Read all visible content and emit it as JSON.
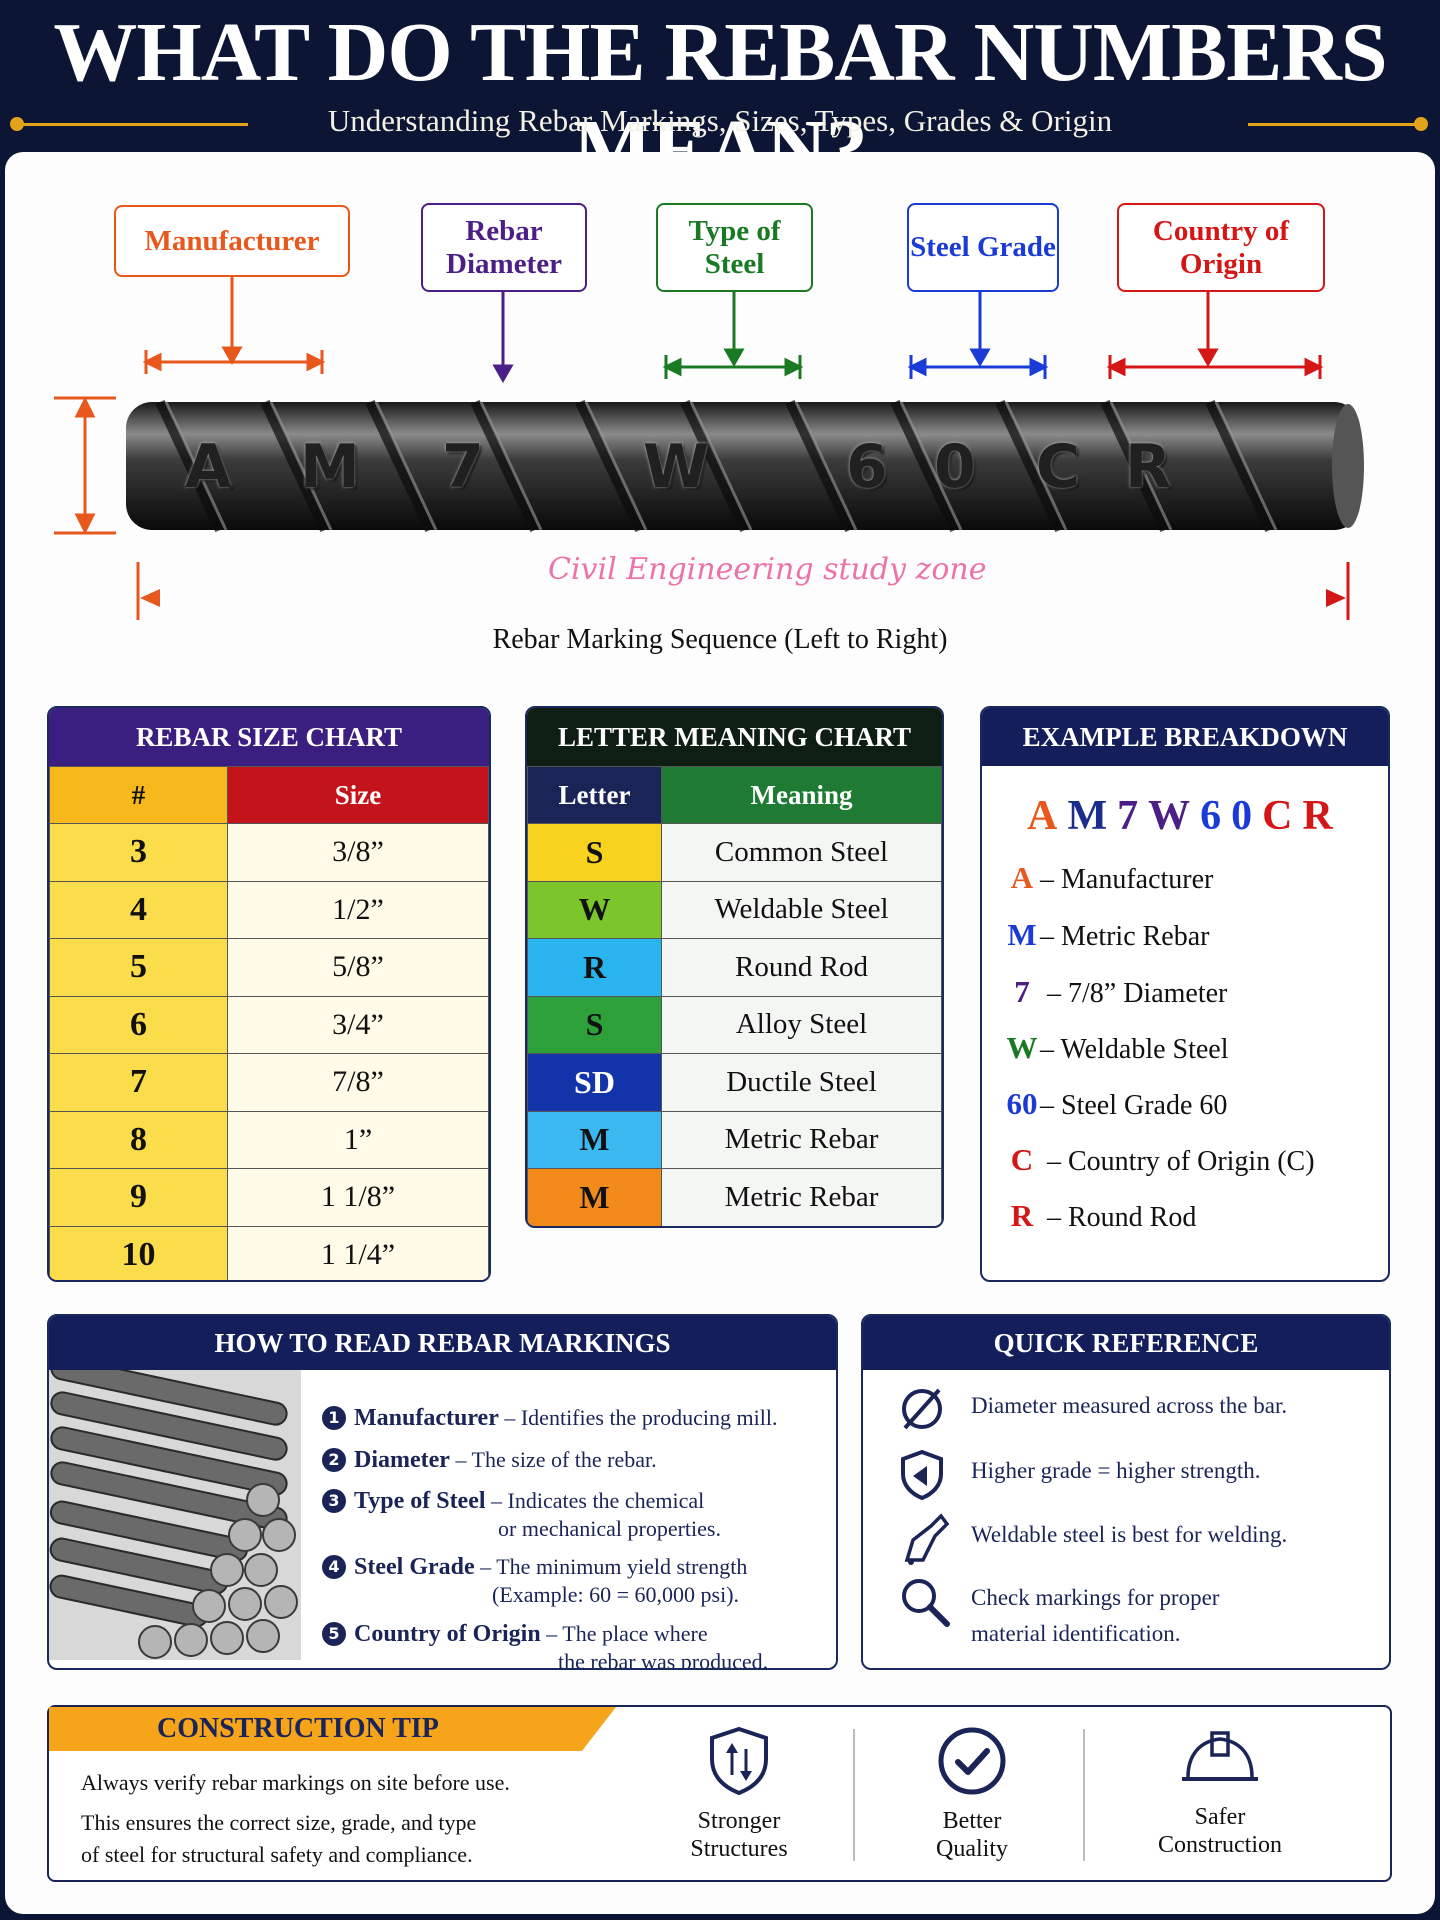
{
  "header": {
    "title": "WHAT DO THE REBAR NUMBERS MEAN?",
    "subtitle": "Understanding Rebar Markings, Sizes, Types, Grades & Origin"
  },
  "diagram": {
    "callouts": [
      {
        "label": "Manufacturer",
        "color": "#e8571c"
      },
      {
        "label": "Rebar Diameter",
        "color": "#4b1f86"
      },
      {
        "label": "Type of Steel",
        "color": "#1a7a24"
      },
      {
        "label": "Steel Grade",
        "color": "#1a3bd6"
      },
      {
        "label": "Country of Origin",
        "color": "#d41616"
      }
    ],
    "bar_letters": [
      "A",
      "M",
      "7",
      "W",
      "6",
      "0",
      "C",
      "R"
    ],
    "watermark": "Civil Engineering study zone",
    "sequence_label": "Rebar Marking Sequence (Left to Right)"
  },
  "size_chart": {
    "title": "REBAR SIZE CHART",
    "head_color": "#3a1f80",
    "col_num": "#",
    "col_size": "Size",
    "rows": [
      {
        "num": "3",
        "size": "3/8”"
      },
      {
        "num": "4",
        "size": "1/2”"
      },
      {
        "num": "5",
        "size": "5/8”"
      },
      {
        "num": "6",
        "size": "3/4”"
      },
      {
        "num": "7",
        "size": "7/8”"
      },
      {
        "num": "8",
        "size": "1”"
      },
      {
        "num": "9",
        "size": "1 1/8”"
      },
      {
        "num": "10",
        "size": "1 1/4”"
      }
    ]
  },
  "letter_chart": {
    "title": "LETTER MEANING CHART",
    "col_letter": "Letter",
    "col_meaning": "Meaning",
    "rows": [
      {
        "letter": "S",
        "meaning": "Common Steel",
        "color": "#f7d21e"
      },
      {
        "letter": "W",
        "meaning": "Weldable Steel",
        "color": "#7cc52a"
      },
      {
        "letter": "R",
        "meaning": "Round Rod",
        "color": "#2ab4ef"
      },
      {
        "letter": "S",
        "meaning": "Alloy Steel",
        "color": "#2ea03a"
      },
      {
        "letter": "SD",
        "meaning": "Ductile Steel",
        "color": "#1234a8"
      },
      {
        "letter": "M",
        "meaning": "Metric Rebar",
        "color": "#3bb8f0"
      },
      {
        "letter": "M",
        "meaning": "Metric Rebar",
        "color": "#f28a1a"
      }
    ]
  },
  "example": {
    "title": "EXAMPLE BREAKDOWN",
    "code": [
      {
        "ch": "A",
        "color": "#e8571c"
      },
      {
        "ch": "M",
        "color": "#1a2c8c"
      },
      {
        "ch": "7",
        "color": "#4b1f86"
      },
      {
        "ch": "W",
        "color": "#4b1f86"
      },
      {
        "ch": "6",
        "color": "#1a3bd6"
      },
      {
        "ch": "0",
        "color": "#1a3bd6"
      },
      {
        "ch": "C",
        "color": "#d41616"
      },
      {
        "ch": "R",
        "color": "#d41616"
      }
    ],
    "rows": [
      {
        "key": "A",
        "text": "– Manufacturer",
        "color": "#e8571c"
      },
      {
        "key": "M",
        "text": "– Metric Rebar",
        "color": "#1a3bd6"
      },
      {
        "key": "7",
        "text": " – 7/8” Diameter",
        "color": "#4b1f86"
      },
      {
        "key": "W",
        "text": "– Weldable Steel",
        "color": "#1a7a24"
      },
      {
        "key": "60",
        "text": "– Steel Grade 60",
        "color": "#1a3bd6"
      },
      {
        "key": "C",
        "text": " – Country of Origin (C)",
        "color": "#d41616"
      },
      {
        "key": "R",
        "text": " – Round Rod",
        "color": "#d41616"
      }
    ]
  },
  "how_to": {
    "title": "HOW TO READ REBAR MARKINGS",
    "items": [
      {
        "num": "1",
        "term": "Manufacturer",
        "desc": " – Identifies the producing mill.",
        "desc2": ""
      },
      {
        "num": "2",
        "term": "Diameter",
        "desc": " – The size of the rebar.",
        "desc2": ""
      },
      {
        "num": "3",
        "term": "Type of Steel",
        "desc": " – Indicates the chemical",
        "desc2": "or mechanical properties."
      },
      {
        "num": "4",
        "term": "Steel Grade",
        "desc": "  – The minimum yield strength",
        "desc2": "(Example:  60 = 60,000 psi)."
      },
      {
        "num": "5",
        "term": "Country of Origin",
        "desc": " – The place where",
        "desc2": "the rebar was produced."
      }
    ]
  },
  "quick_ref": {
    "title": "QUICK REFERENCE",
    "items": [
      {
        "icon": "diameter-icon",
        "line1": "Diameter measured across the bar.",
        "line2": ""
      },
      {
        "icon": "shield-icon",
        "line1": "Higher grade = higher strength.",
        "line2": ""
      },
      {
        "icon": "welding-icon",
        "line1": "Weldable steel is best for welding.",
        "line2": ""
      },
      {
        "icon": "magnifier-icon",
        "line1": "Check markings for proper",
        "line2": "material identification."
      }
    ]
  },
  "tip": {
    "label": "CONSTRUCTION TIP",
    "line1": "Always verify rebar markings on site before use.",
    "line2": "This ensures the correct size, grade, and type",
    "line3": "of steel for structural safety and compliance.",
    "benefits": [
      {
        "icon": "shield-arrows-icon",
        "line1": "Stronger",
        "line2": "Structures"
      },
      {
        "icon": "check-circle-icon",
        "line1": "Better",
        "line2": "Quality"
      },
      {
        "icon": "hard-hat-icon",
        "line1": "Safer",
        "line2": "Construction"
      }
    ]
  }
}
